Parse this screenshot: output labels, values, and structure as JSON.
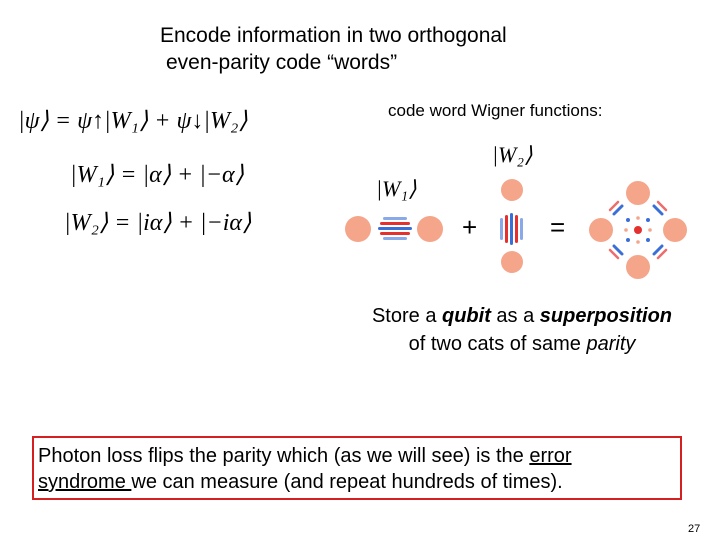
{
  "title": {
    "line1": "Encode information in two orthogonal",
    "line2": "even-parity code “words”"
  },
  "equations": {
    "psi": "|ψ⟩ = ψ↑|W₁⟩ + ψ↓|W₂⟩",
    "w1": "|W₁⟩ = |α⟩ + |−α⟩",
    "w2": "|W₂⟩ = |iα⟩ + |−iα⟩"
  },
  "wigner": {
    "label": "code word Wigner functions:",
    "ket_w1": "|W₁⟩",
    "ket_w2": "|W₂⟩",
    "plus": "+",
    "equals": "=",
    "blob_color": "#f4a58a",
    "fringe_red": "#e53030",
    "fringe_blue": "#3b6fd8"
  },
  "store": {
    "t1": "Store a ",
    "qubit": "qubit",
    "t2": " as a ",
    "superposition": "superposition",
    "t3": "of two cats of same ",
    "parity": "parity"
  },
  "box": {
    "line1_pre": "Photon loss flips the parity which (as we will see) is the ",
    "line1_u": "error",
    "line2_u": "syndrome ",
    "line2_post": "we can measure (and repeat hundreds of times).",
    "border_color": "#d42020"
  },
  "page_number": "27"
}
